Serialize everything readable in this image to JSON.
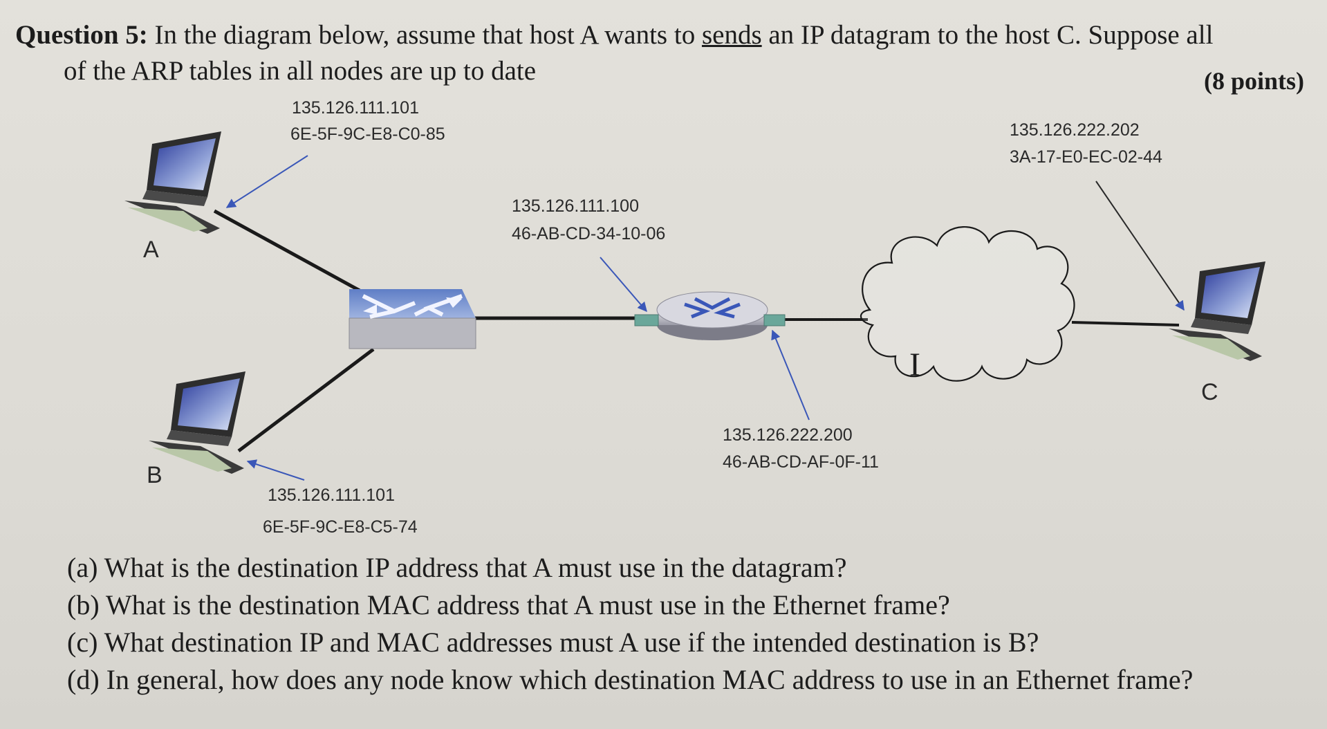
{
  "question": {
    "label": "Question 5:",
    "text_before": "In the diagram below, assume that host A wants to ",
    "text_underlined": "sends",
    "text_after": " an IP datagram to the host C. Suppose all",
    "line2": "of the ARP tables in all nodes are up to date",
    "points": "(8 points)"
  },
  "hosts": {
    "a": {
      "letter": "A",
      "ip": "135.126.111.101",
      "mac": "6E-5F-9C-E8-C0-85"
    },
    "b": {
      "letter": "B",
      "ip": "135.126.111.101",
      "mac": "6E-5F-9C-E8-C5-74"
    },
    "c": {
      "letter": "C",
      "ip": "135.126.222.202",
      "mac": "3A-17-E0-EC-02-44"
    }
  },
  "router": {
    "left_iface": {
      "ip": "135.126.111.100",
      "mac": "46-AB-CD-34-10-06"
    },
    "right_iface": {
      "ip": "135.126.222.200",
      "mac": "46-AB-CD-AF-0F-11"
    }
  },
  "cloud_label": "I",
  "parts": [
    "(a)  What is the destination IP address that A must use in the datagram?",
    "(b)  What is the destination MAC address that A must use in the Ethernet frame?",
    "(c)  What destination IP and MAC addresses must A use if the intended destination is B?",
    "(d)  In general, how does any node know which destination MAC address to use in an Ethernet frame?"
  ]
}
